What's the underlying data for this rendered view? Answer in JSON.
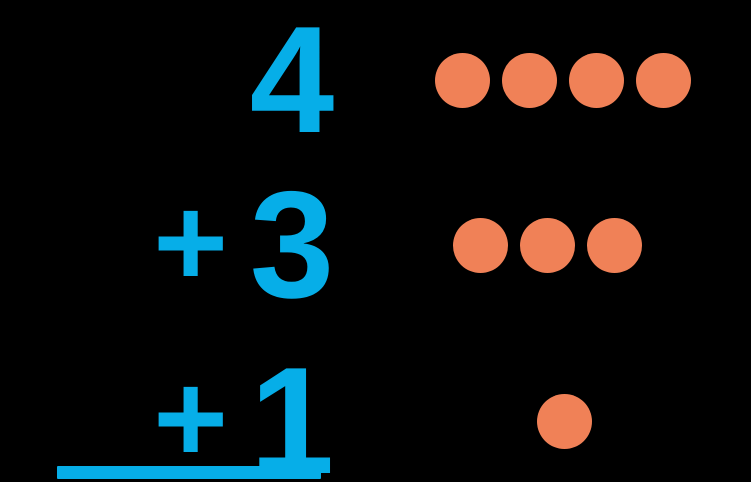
{
  "colors": {
    "background": "#000000",
    "number_blue": "#06AEE8",
    "counter_orange": "#F08157"
  },
  "problem": {
    "type": "vertical-addition",
    "rows": [
      {
        "operator": "",
        "digit": "4",
        "counter_count": 4
      },
      {
        "operator": "+",
        "digit": "3",
        "counter_count": 3
      },
      {
        "operator": "+",
        "digit": "1",
        "counter_count": 1
      }
    ],
    "rule_visible": true,
    "answer": ""
  }
}
